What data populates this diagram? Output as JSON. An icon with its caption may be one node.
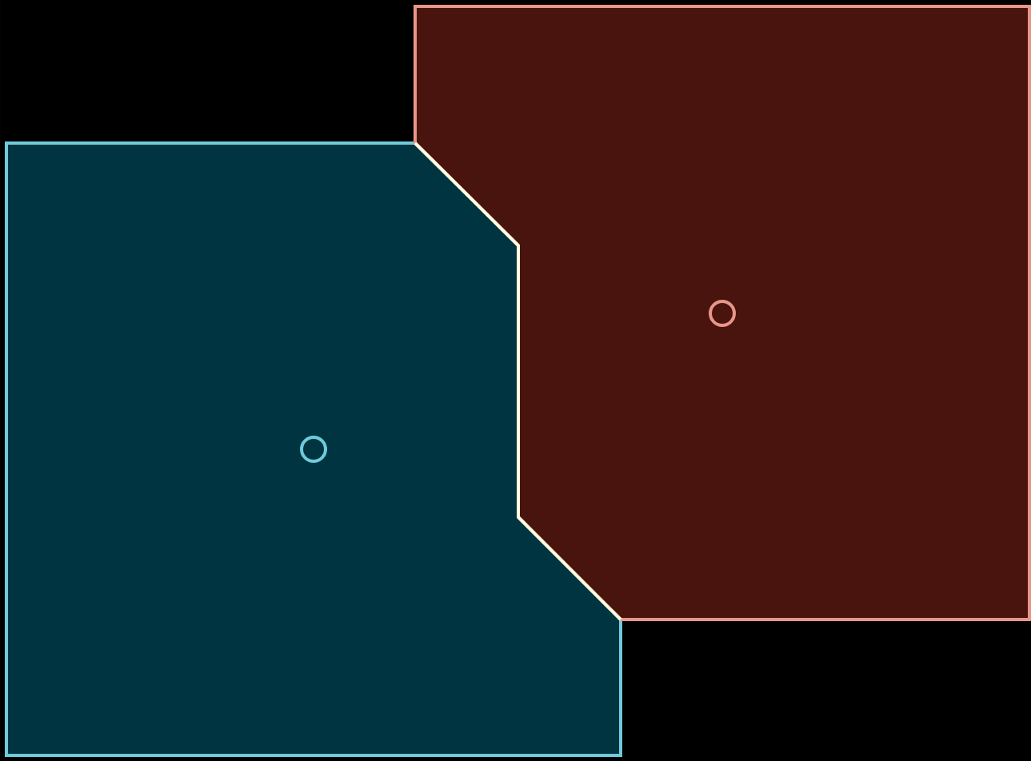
{
  "diagram": {
    "nodes": [
      {
        "text": [],
        "shape": "polygon"
      },
      {
        "text": [],
        "shape": "circle",
        "in": 0
      },
      {
        "text": [],
        "shape": "polygon"
      },
      {
        "text": [],
        "shape": "circle",
        "in": 2
      }
    ]
  }
}
